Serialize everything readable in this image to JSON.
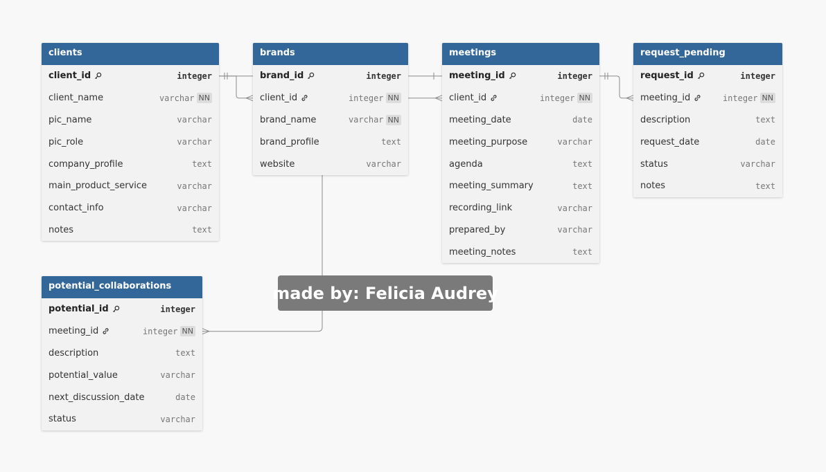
{
  "colors": {
    "header_bg": "#336699",
    "row_bg": "#f2f2f3",
    "edge": "#8a8a8a",
    "watermark_bg": "#7a7a7a"
  },
  "tables": [
    {
      "id": "clients",
      "name": "clients",
      "fields": [
        {
          "name": "client_id",
          "type": "integer",
          "pk": true,
          "fk": false,
          "nn": false
        },
        {
          "name": "client_name",
          "type": "varchar",
          "pk": false,
          "fk": false,
          "nn": true
        },
        {
          "name": "pic_name",
          "type": "varchar",
          "pk": false,
          "fk": false,
          "nn": false
        },
        {
          "name": "pic_role",
          "type": "varchar",
          "pk": false,
          "fk": false,
          "nn": false
        },
        {
          "name": "company_profile",
          "type": "text",
          "pk": false,
          "fk": false,
          "nn": false
        },
        {
          "name": "main_product_service",
          "type": "varchar",
          "pk": false,
          "fk": false,
          "nn": false
        },
        {
          "name": "contact_info",
          "type": "varchar",
          "pk": false,
          "fk": false,
          "nn": false
        },
        {
          "name": "notes",
          "type": "text",
          "pk": false,
          "fk": false,
          "nn": false
        }
      ]
    },
    {
      "id": "brands",
      "name": "brands",
      "fields": [
        {
          "name": "brand_id",
          "type": "integer",
          "pk": true,
          "fk": false,
          "nn": false
        },
        {
          "name": "client_id",
          "type": "integer",
          "pk": false,
          "fk": true,
          "nn": true
        },
        {
          "name": "brand_name",
          "type": "varchar",
          "pk": false,
          "fk": false,
          "nn": true
        },
        {
          "name": "brand_profile",
          "type": "text",
          "pk": false,
          "fk": false,
          "nn": false
        },
        {
          "name": "website",
          "type": "varchar",
          "pk": false,
          "fk": false,
          "nn": false
        }
      ]
    },
    {
      "id": "meetings",
      "name": "meetings",
      "fields": [
        {
          "name": "meeting_id",
          "type": "integer",
          "pk": true,
          "fk": false,
          "nn": false
        },
        {
          "name": "client_id",
          "type": "integer",
          "pk": false,
          "fk": true,
          "nn": true
        },
        {
          "name": "meeting_date",
          "type": "date",
          "pk": false,
          "fk": false,
          "nn": false
        },
        {
          "name": "meeting_purpose",
          "type": "varchar",
          "pk": false,
          "fk": false,
          "nn": false
        },
        {
          "name": "agenda",
          "type": "text",
          "pk": false,
          "fk": false,
          "nn": false
        },
        {
          "name": "meeting_summary",
          "type": "text",
          "pk": false,
          "fk": false,
          "nn": false
        },
        {
          "name": "recording_link",
          "type": "varchar",
          "pk": false,
          "fk": false,
          "nn": false
        },
        {
          "name": "prepared_by",
          "type": "varchar",
          "pk": false,
          "fk": false,
          "nn": false
        },
        {
          "name": "meeting_notes",
          "type": "text",
          "pk": false,
          "fk": false,
          "nn": false
        }
      ]
    },
    {
      "id": "request_pending",
      "name": "request_pending",
      "fields": [
        {
          "name": "request_id",
          "type": "integer",
          "pk": true,
          "fk": false,
          "nn": false
        },
        {
          "name": "meeting_id",
          "type": "integer",
          "pk": false,
          "fk": true,
          "nn": true
        },
        {
          "name": "description",
          "type": "text",
          "pk": false,
          "fk": false,
          "nn": false
        },
        {
          "name": "request_date",
          "type": "date",
          "pk": false,
          "fk": false,
          "nn": false
        },
        {
          "name": "status",
          "type": "varchar",
          "pk": false,
          "fk": false,
          "nn": false
        },
        {
          "name": "notes",
          "type": "text",
          "pk": false,
          "fk": false,
          "nn": false
        }
      ]
    },
    {
      "id": "potential_collaborations",
      "name": "potential_collaborations",
      "fields": [
        {
          "name": "potential_id",
          "type": "integer",
          "pk": true,
          "fk": false,
          "nn": false
        },
        {
          "name": "meeting_id",
          "type": "integer",
          "pk": false,
          "fk": true,
          "nn": true
        },
        {
          "name": "description",
          "type": "text",
          "pk": false,
          "fk": false,
          "nn": false
        },
        {
          "name": "potential_value",
          "type": "varchar",
          "pk": false,
          "fk": false,
          "nn": false
        },
        {
          "name": "next_discussion_date",
          "type": "date",
          "pk": false,
          "fk": false,
          "nn": false
        },
        {
          "name": "status",
          "type": "varchar",
          "pk": false,
          "fk": false,
          "nn": false
        }
      ]
    }
  ],
  "nn_label": "NN",
  "relationships": [
    {
      "from": "clients.client_id",
      "to": "brands.client_id",
      "cardinality": "one-to-many"
    },
    {
      "from": "brands.brand_id",
      "to": "meetings.meeting_id",
      "cardinality": "one-to-one"
    },
    {
      "from": "brands.client_id",
      "to": "meetings.client_id",
      "cardinality": "many-to-many"
    },
    {
      "from": "meetings.meeting_id",
      "to": "request_pending.meeting_id",
      "cardinality": "one-to-many"
    },
    {
      "from": "brands",
      "to": "potential_collaborations.meeting_id",
      "cardinality": "to-many"
    }
  ],
  "watermark": "made by: Felicia Audrey"
}
